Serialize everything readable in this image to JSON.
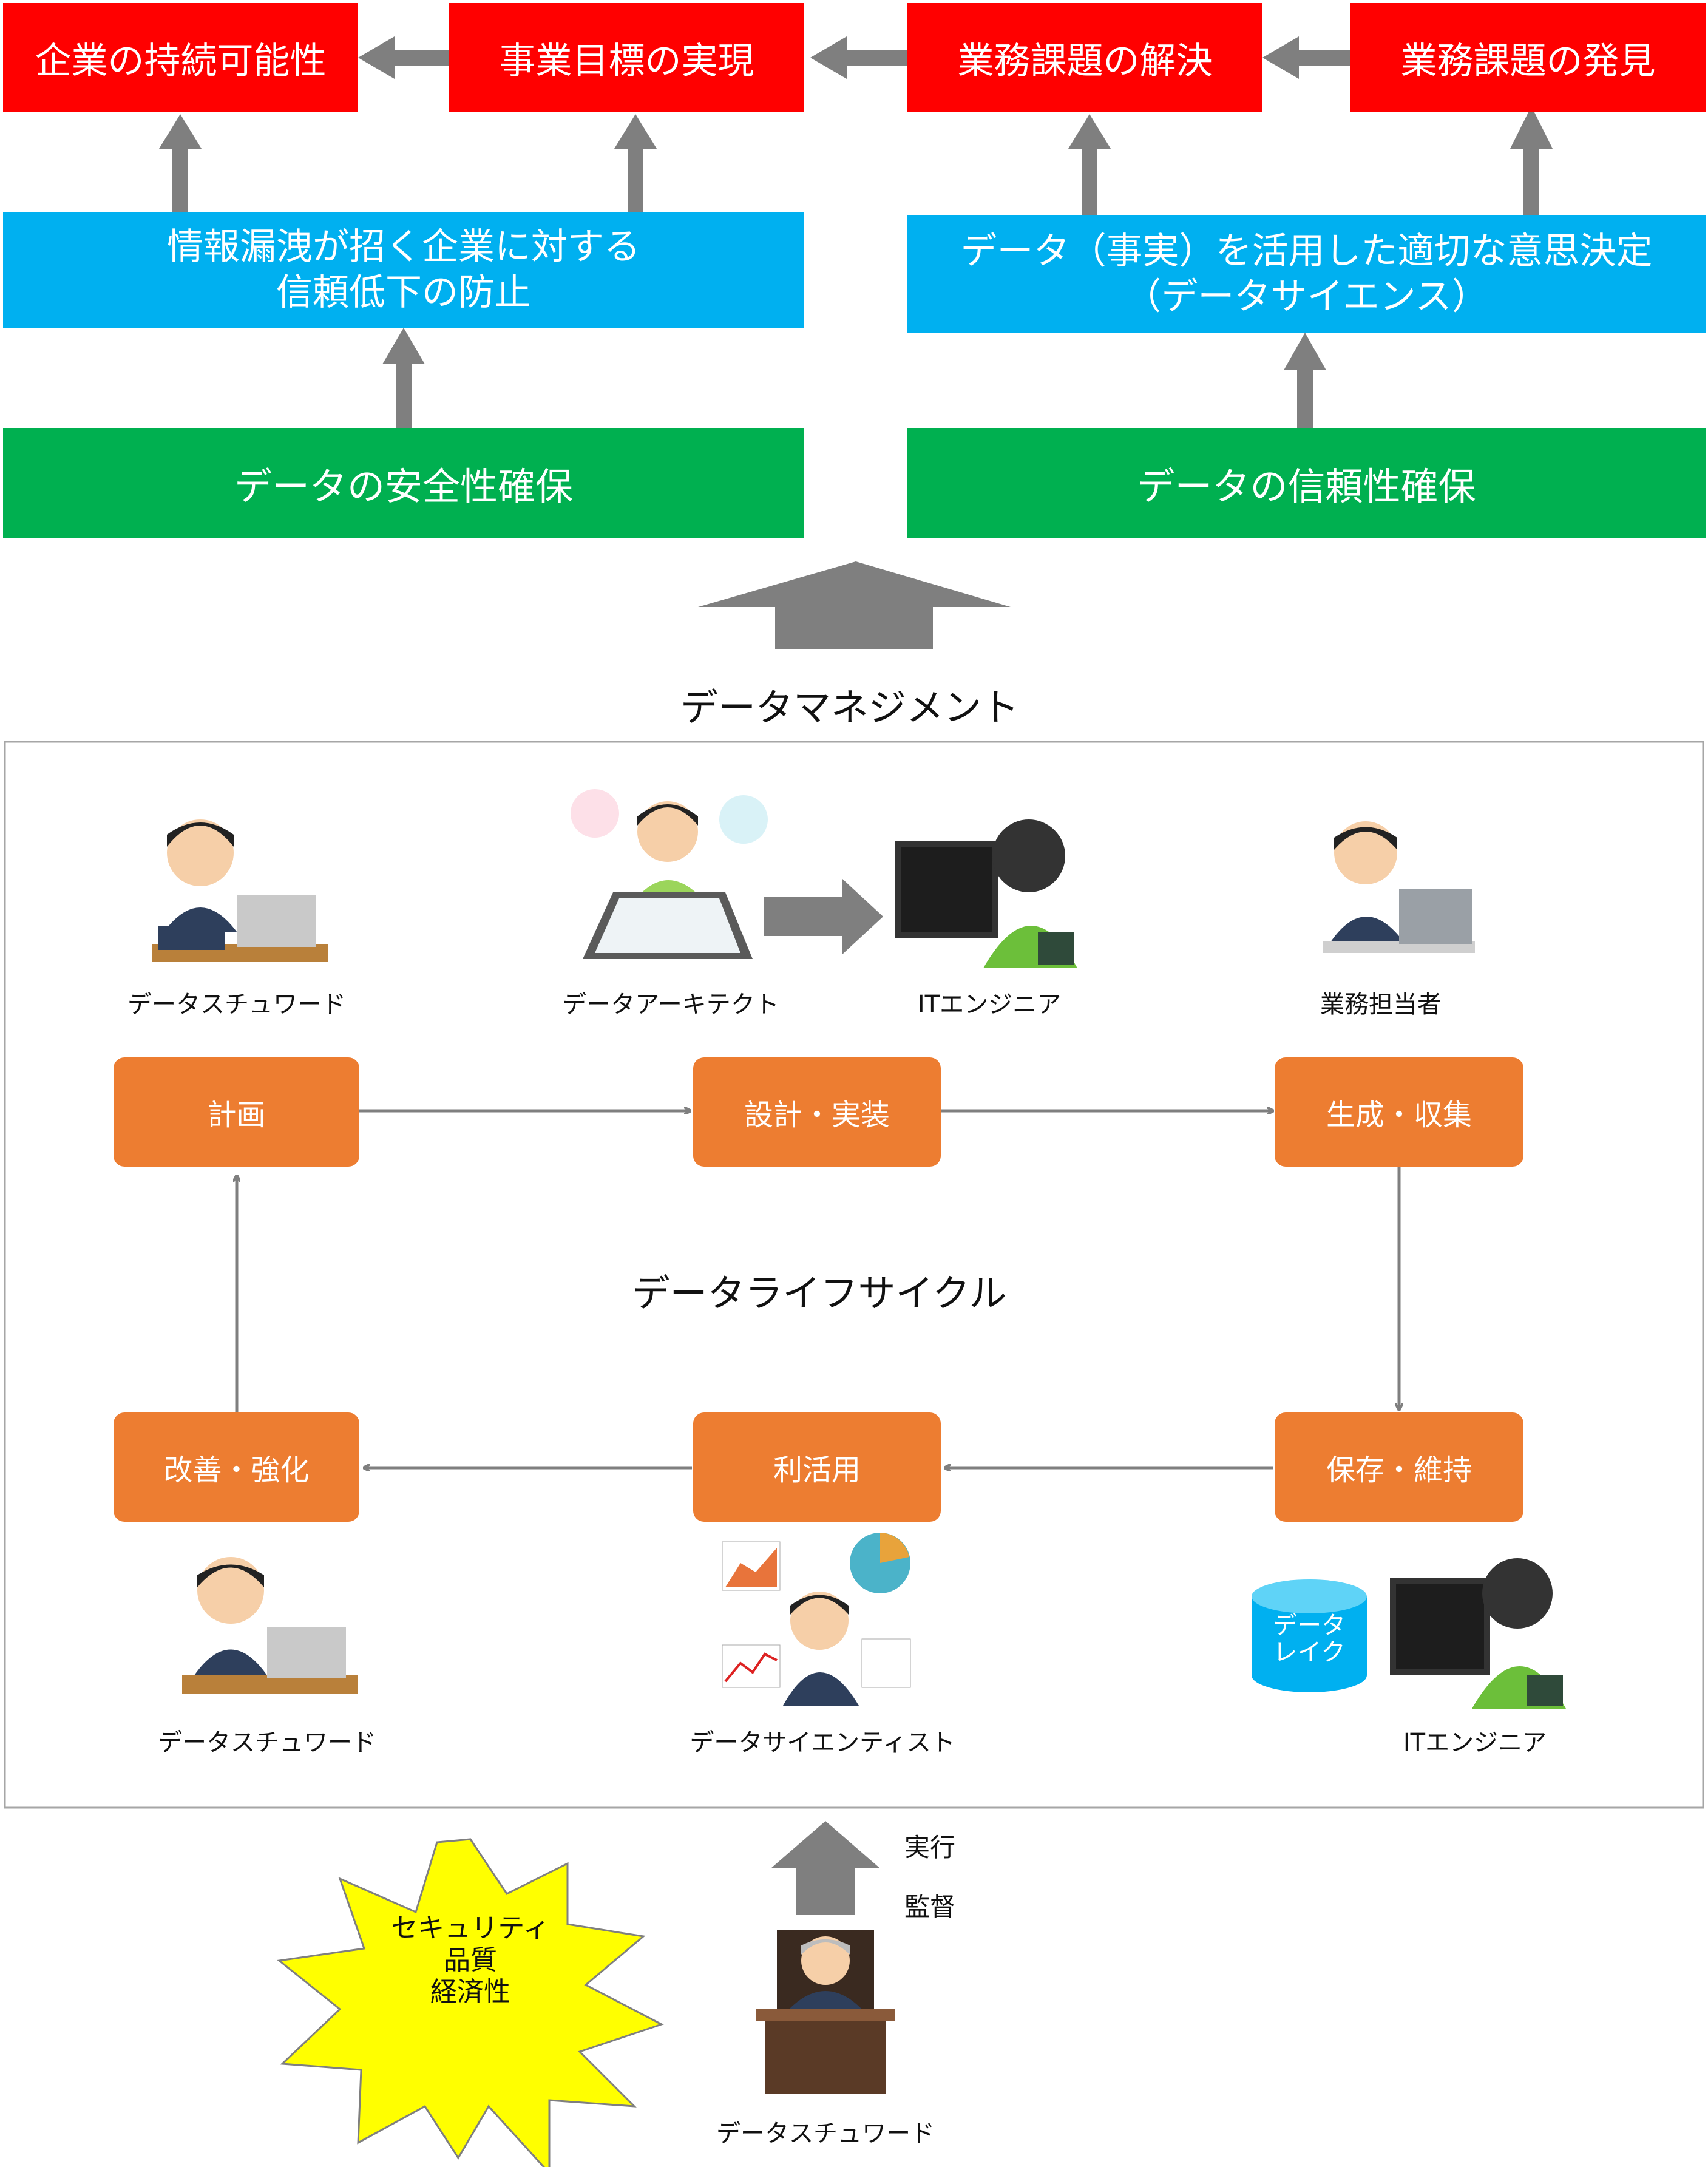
{
  "goals": {
    "sustainability": "企業の持続可能性",
    "business_goal": "事業目標の実現",
    "issue_resolution": "業務課題の解決",
    "issue_discovery": "業務課題の発見"
  },
  "benefits": {
    "trust_protection": "情報漏洩が招く企業に対する\n信頼低下の防止",
    "data_science": "データ（事実）を活用した適切な意思決定\n（データサイエンス）"
  },
  "foundations": {
    "safety": "データの安全性確保",
    "reliability": "データの信頼性確保"
  },
  "management_label": "データマネジメント",
  "lifecycle": {
    "title": "データライフサイクル",
    "plan": "計画",
    "design": "設計・実装",
    "generate": "生成・収集",
    "store": "保存・維持",
    "use": "利活用",
    "improve": "改善・強化"
  },
  "roles": {
    "steward_top": "データスチュワード",
    "architect": "データアーキテクト",
    "it_engineer_top": "ITエンジニア",
    "business_owner": "業務担当者",
    "steward_bottom": "データスチュワード",
    "scientist": "データサイエンティスト",
    "it_engineer_bottom": "ITエンジニア",
    "steward_exec": "データスチュワード"
  },
  "data_lake": "データ\nレイク",
  "starburst": "セキュリティ\n品質\n経済性",
  "actions": {
    "execute": "実行",
    "supervise": "監督"
  },
  "colors": {
    "goal_red": "#ff0000",
    "benefit_blue": "#00b0f0",
    "foundation_green": "#00b050",
    "lifecycle_orange": "#ed7d31",
    "arrow_gray": "#7f7f7f",
    "starburst_yellow": "#ffff00"
  }
}
